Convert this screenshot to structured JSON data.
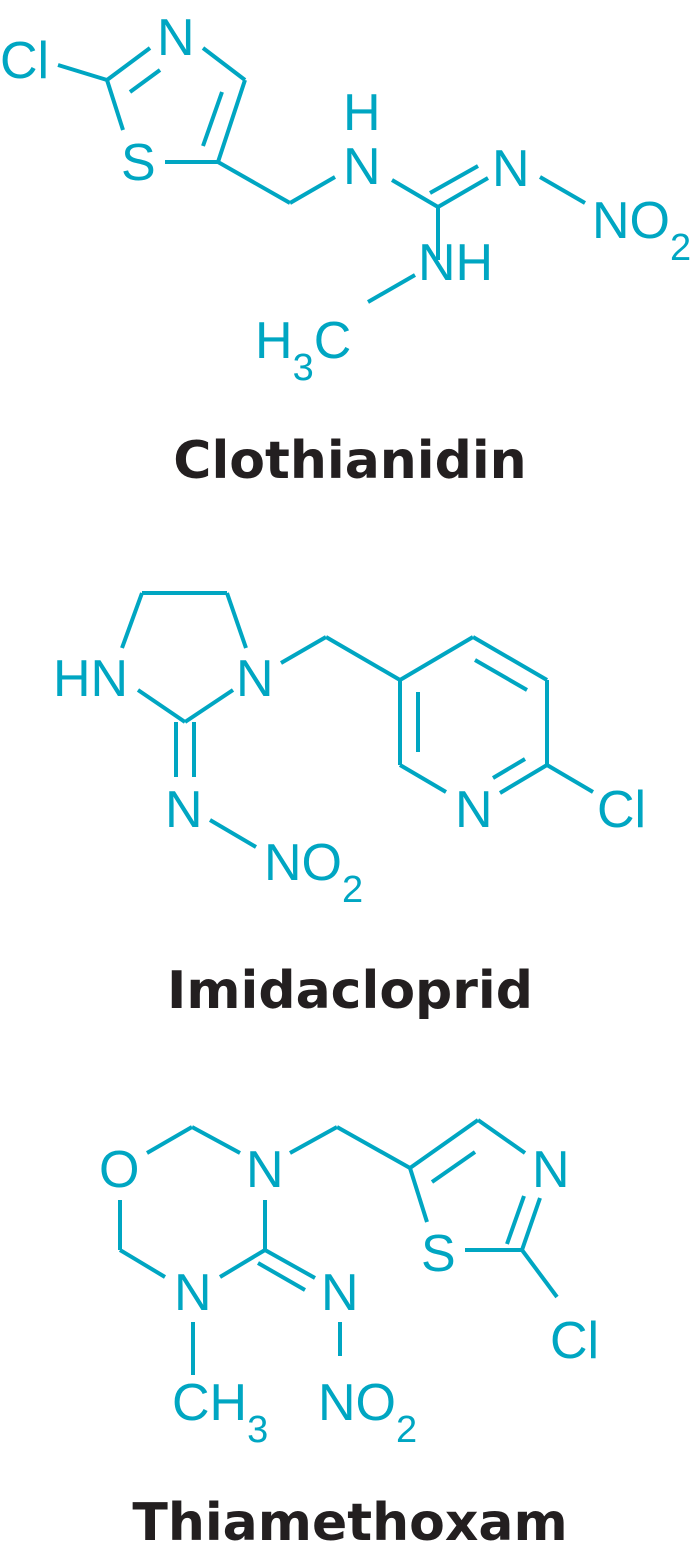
{
  "colors": {
    "structure": "#00a6c2",
    "title": "#231f20"
  },
  "molecules": [
    {
      "name": "Clothianidin",
      "atoms": {
        "cl": {
          "main": "Cl"
        },
        "n_ring": {
          "main": "N"
        },
        "s": {
          "main": "S"
        },
        "h": {
          "main": "H"
        },
        "n_amine": {
          "main": "N"
        },
        "n_imine": {
          "main": "N"
        },
        "no2": {
          "main": "NO",
          "sub": "2"
        },
        "nh": {
          "main": "NH"
        },
        "h3c": {
          "main": "H",
          "sub": "3",
          "tail": "C"
        }
      }
    },
    {
      "name": "Imidacloprid",
      "atoms": {
        "hn": {
          "main": "HN"
        },
        "n_ring": {
          "main": "N"
        },
        "n_imine": {
          "main": "N"
        },
        "no2": {
          "main": "NO",
          "sub": "2"
        },
        "n_pyridine": {
          "main": "N"
        },
        "cl": {
          "main": "Cl"
        }
      }
    },
    {
      "name": "Thiamethoxam",
      "atoms": {
        "o": {
          "main": "O"
        },
        "n_top": {
          "main": "N"
        },
        "n_bottom": {
          "main": "N"
        },
        "n_imine": {
          "main": "N"
        },
        "ch3": {
          "main": "CH",
          "sub": "3"
        },
        "no2": {
          "main": "NO",
          "sub": "2"
        },
        "n_thiazole": {
          "main": "N"
        },
        "s": {
          "main": "S"
        },
        "cl": {
          "main": "Cl"
        }
      }
    }
  ]
}
